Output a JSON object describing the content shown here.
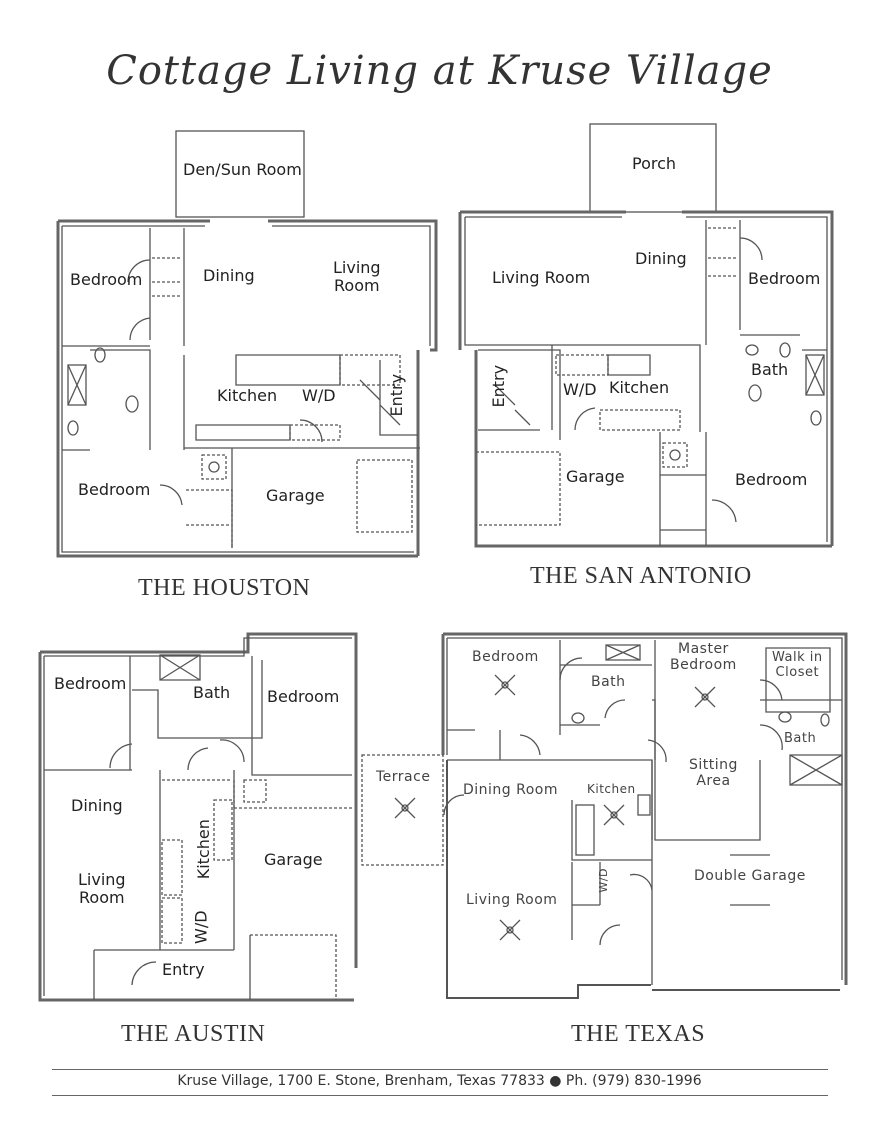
{
  "page": {
    "title": "Cottage Living at Kruse Village",
    "footer": "Kruse Village, 1700 E. Stone, Brenham, Texas 77833 ● Ph. (979) 830-1996"
  },
  "plans": [
    {
      "name": "THE HOUSTON",
      "rooms": [
        "Den/Sun Room",
        "Bedroom",
        "Dining",
        "Living Room",
        "Kitchen",
        "W/D",
        "Entry",
        "Bedroom",
        "Garage"
      ]
    },
    {
      "name": "THE SAN ANTONIO",
      "rooms": [
        "Porch",
        "Living Room",
        "Dining",
        "Bedroom",
        "Entry",
        "W/D",
        "Kitchen",
        "Bath",
        "Garage",
        "Bedroom"
      ]
    },
    {
      "name": "THE AUSTIN",
      "rooms": [
        "Bedroom",
        "Bath",
        "Bedroom",
        "Dining",
        "Kitchen",
        "Garage",
        "Living Room",
        "W/D",
        "Entry"
      ]
    },
    {
      "name": "THE TEXAS",
      "rooms": [
        "Bedroom",
        "Bath",
        "Master Bedroom",
        "Walk in Closet",
        "Bath",
        "Terrace",
        "Dining Room",
        "Kitchen",
        "Sitting Area",
        "Double Garage",
        "W/D",
        "Living Room"
      ]
    }
  ],
  "labels": {
    "houston": {
      "den": "Den/Sun Room",
      "bedroom1": "Bedroom",
      "dining": "Dining",
      "living1": "Living",
      "living2": "Room",
      "kitchen": "Kitchen",
      "wd": "W/D",
      "entry": "Entry",
      "bedroom2": "Bedroom",
      "garage": "Garage"
    },
    "sanantonio": {
      "porch": "Porch",
      "living": "Living Room",
      "dining": "Dining",
      "bedroom1": "Bedroom",
      "entry": "Entry",
      "wd": "W/D",
      "kitchen": "Kitchen",
      "bath": "Bath",
      "garage": "Garage",
      "bedroom2": "Bedroom"
    },
    "austin": {
      "bedroom1": "Bedroom",
      "bath": "Bath",
      "bedroom2": "Bedroom",
      "dining": "Dining",
      "kitchen": "Kitchen",
      "garage": "Garage",
      "living1": "Living",
      "living2": "Room",
      "wd": "W/D",
      "entry": "Entry"
    },
    "texas": {
      "bedroom": "Bedroom",
      "bath1": "Bath",
      "master1": "Master",
      "master2": "Bedroom",
      "closet1": "Walk in",
      "closet2": "Closet",
      "bath2": "Bath",
      "terrace": "Terrace",
      "dining": "Dining Room",
      "kitchen": "Kitchen",
      "sitting1": "Sitting",
      "sitting2": "Area",
      "garage": "Double Garage",
      "wd": "W/D",
      "living": "Living Room"
    }
  }
}
